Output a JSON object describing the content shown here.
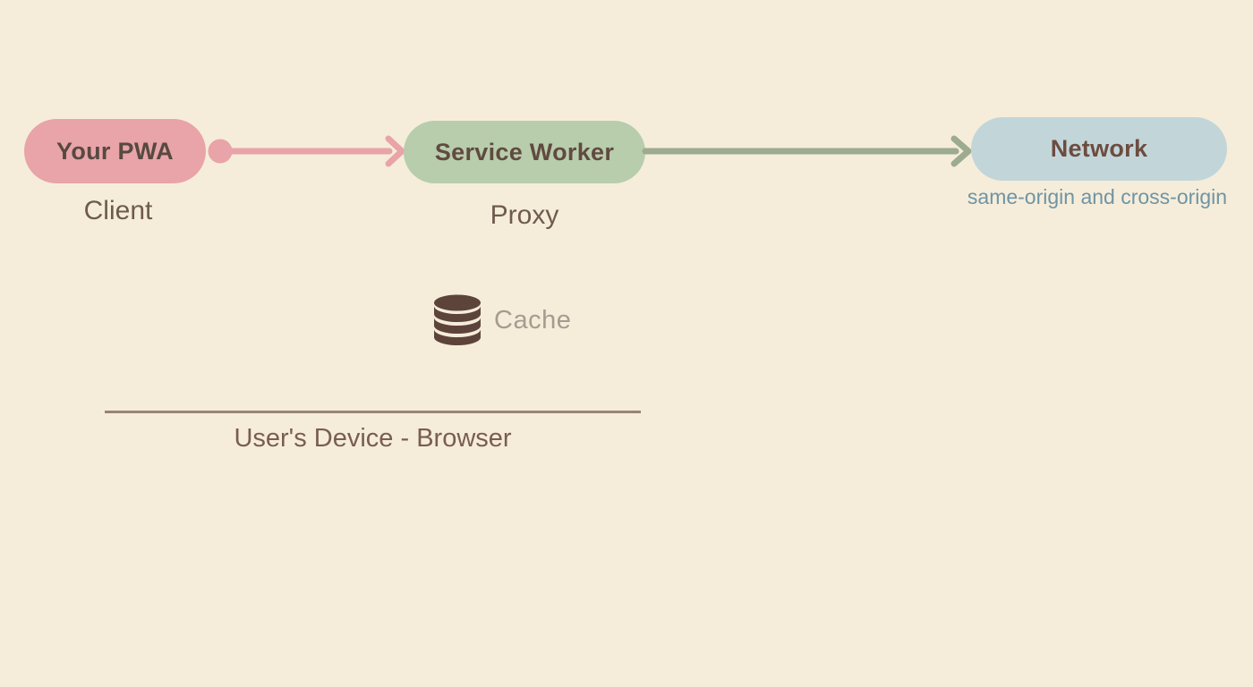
{
  "canvas": {
    "bg": "#f5edda"
  },
  "nodes": {
    "pwa": {
      "label": "Your PWA",
      "sublabel": "Client",
      "fill": "#e8a4a8",
      "label_color": "#574940",
      "sublabel_color": "#6f5a4f"
    },
    "service_worker": {
      "label": "Service Worker",
      "sublabel": "Proxy",
      "fill": "#b7cdac",
      "label_color": "#614a40",
      "sublabel_color": "#6f5a4f"
    },
    "network": {
      "label": "Network",
      "sublabel": "same-origin and cross-origin",
      "fill": "#c2d6da",
      "label_color": "#6d4c40",
      "sublabel_color": "#6f94a4"
    }
  },
  "connectors": {
    "pwa_to_sw": {
      "color": "#e8a4a8",
      "style": "solid line with start dot and arrowhead"
    },
    "sw_to_network": {
      "color": "#9dab8f",
      "style": "solid line with arrowhead"
    }
  },
  "cache": {
    "label": "Cache",
    "icon": "database-icon",
    "icon_color": "#5d443b",
    "label_color": "#a79b90"
  },
  "device_boundary": {
    "label": "User's Device - Browser",
    "line_color": "#9a8378",
    "label_color": "#7a5d50"
  }
}
